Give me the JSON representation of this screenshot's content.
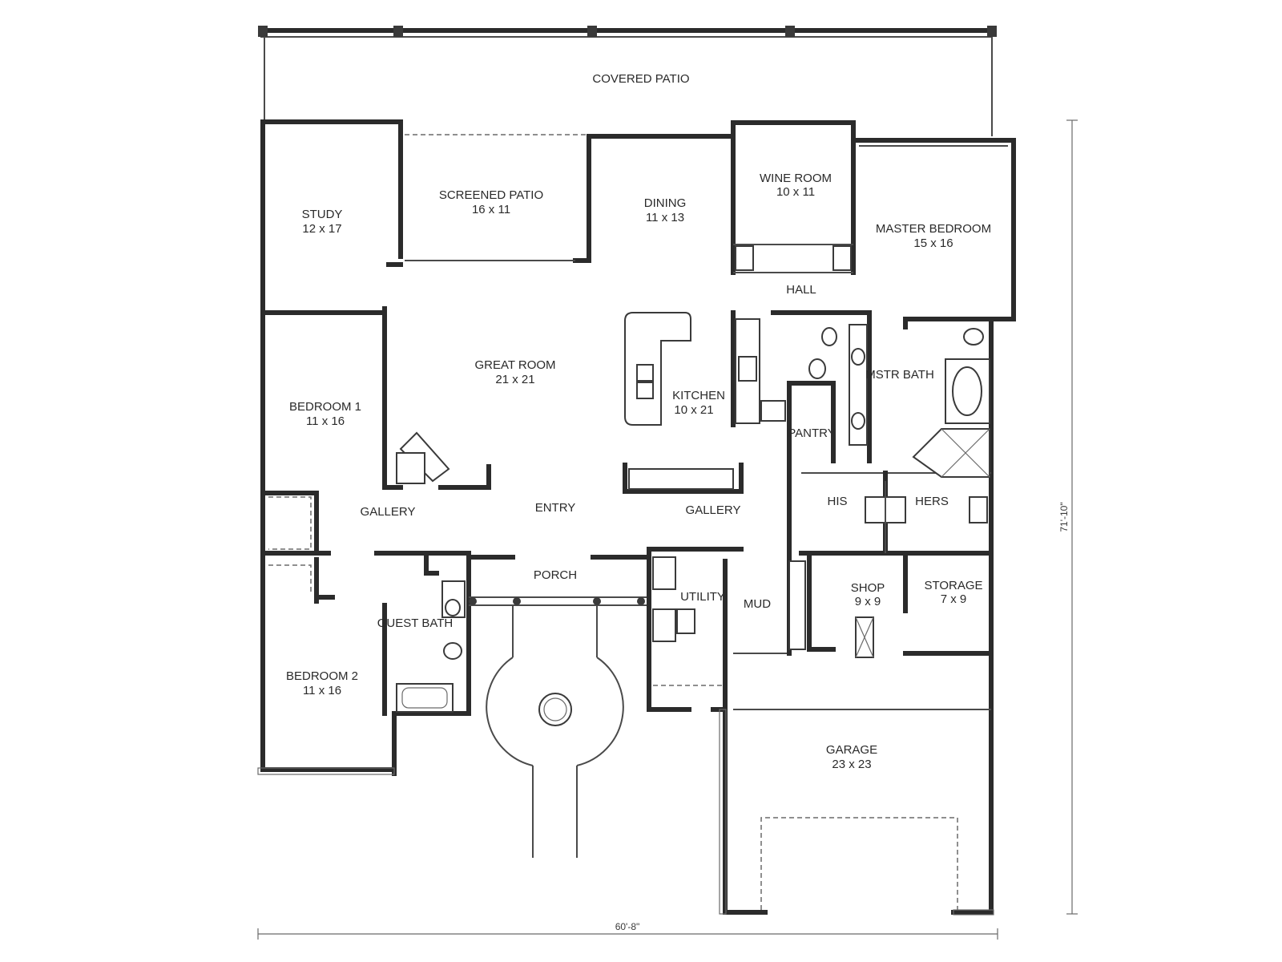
{
  "plan": {
    "rooms": [
      {
        "key": "covered_patio",
        "name": "COVERED PATIO",
        "size": ""
      },
      {
        "key": "study",
        "name": "STUDY",
        "size": "12 x 17"
      },
      {
        "key": "screened_patio",
        "name": "SCREENED PATIO",
        "size": "16 x 11"
      },
      {
        "key": "dining",
        "name": "DINING",
        "size": "11 x 13"
      },
      {
        "key": "wine_room",
        "name": "WINE ROOM",
        "size": "10 x 11"
      },
      {
        "key": "master_bedroom",
        "name": "MASTER BEDROOM",
        "size": "15 x 16"
      },
      {
        "key": "hall",
        "name": "HALL",
        "size": ""
      },
      {
        "key": "great_room",
        "name": "GREAT ROOM",
        "size": "21 x 21"
      },
      {
        "key": "kitchen",
        "name": "KITCHEN",
        "size": "10 x 21"
      },
      {
        "key": "mstr_bath",
        "name": "MSTR BATH",
        "size": ""
      },
      {
        "key": "bedroom1",
        "name": "BEDROOM 1",
        "size": "11 x 16"
      },
      {
        "key": "pantry",
        "name": "PANTRY",
        "size": ""
      },
      {
        "key": "his",
        "name": "HIS",
        "size": ""
      },
      {
        "key": "hers",
        "name": "HERS",
        "size": ""
      },
      {
        "key": "gallery_left",
        "name": "GALLERY",
        "size": ""
      },
      {
        "key": "entry",
        "name": "ENTRY",
        "size": ""
      },
      {
        "key": "gallery_right",
        "name": "GALLERY",
        "size": ""
      },
      {
        "key": "porch",
        "name": "PORCH",
        "size": ""
      },
      {
        "key": "utility",
        "name": "UTILITY",
        "size": ""
      },
      {
        "key": "mud",
        "name": "MUD",
        "size": ""
      },
      {
        "key": "shop",
        "name": "SHOP",
        "size": "9 x 9"
      },
      {
        "key": "storage",
        "name": "STORAGE",
        "size": "7 x 9"
      },
      {
        "key": "guest_bath",
        "name": "GUEST BATH",
        "size": ""
      },
      {
        "key": "bedroom2",
        "name": "BEDROOM 2",
        "size": "11 x 16"
      },
      {
        "key": "garage",
        "name": "GARAGE",
        "size": "23 x 23"
      }
    ],
    "dimensions": {
      "width": "60'-8\"",
      "depth": "71'-10\""
    }
  }
}
